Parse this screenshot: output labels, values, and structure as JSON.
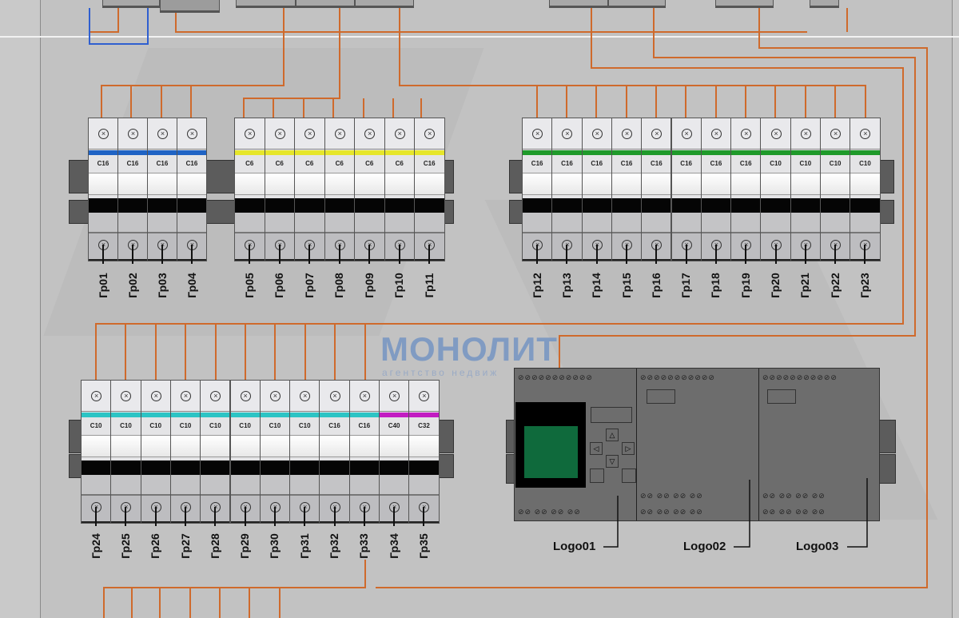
{
  "breaker_groups": [
    {
      "id": "A",
      "stripe": "#1f63c4",
      "breakers": [
        {
          "label": "Гр01",
          "rating": "C16"
        },
        {
          "label": "Гр02",
          "rating": "C16"
        },
        {
          "label": "Гр03",
          "rating": "C16"
        },
        {
          "label": "Гр04",
          "rating": "C16"
        }
      ]
    },
    {
      "id": "B",
      "stripe": "#e6e62a",
      "breakers": [
        {
          "label": "Гр05",
          "rating": "C6"
        },
        {
          "label": "Гр06",
          "rating": "C6"
        },
        {
          "label": "Гр07",
          "rating": "C6"
        },
        {
          "label": "Гр08",
          "rating": "C6"
        },
        {
          "label": "Гр09",
          "rating": "C6"
        },
        {
          "label": "Гр10",
          "rating": "C6"
        },
        {
          "label": "Гр11",
          "rating": "C16"
        }
      ]
    },
    {
      "id": "C",
      "stripe": "#1f9a2a",
      "breakers": [
        {
          "label": "Гр12",
          "rating": "C16"
        },
        {
          "label": "Гр13",
          "rating": "C16"
        },
        {
          "label": "Гр14",
          "rating": "C16"
        },
        {
          "label": "Гр15",
          "rating": "C16"
        },
        {
          "label": "Гр16",
          "rating": "C16"
        },
        {
          "label": "Гр17",
          "rating": "C16"
        },
        {
          "label": "Гр18",
          "rating": "C16"
        },
        {
          "label": "Гр19",
          "rating": "C16"
        },
        {
          "label": "Гр20",
          "rating": "C10"
        },
        {
          "label": "Гр21",
          "rating": "C10"
        },
        {
          "label": "Гр22",
          "rating": "C10"
        },
        {
          "label": "Гр23",
          "rating": "C10"
        }
      ]
    },
    {
      "id": "D",
      "stripe": "#2cc4c4",
      "breakers": [
        {
          "label": "Гр24",
          "rating": "C10"
        },
        {
          "label": "Гр25",
          "rating": "C10"
        },
        {
          "label": "Гр26",
          "rating": "C10"
        },
        {
          "label": "Гр27",
          "rating": "C10"
        },
        {
          "label": "Гр28",
          "rating": "C10"
        },
        {
          "label": "Гр29",
          "rating": "C10"
        },
        {
          "label": "Гр30",
          "rating": "C10"
        },
        {
          "label": "Гр31",
          "rating": "C10"
        },
        {
          "label": "Гр32",
          "rating": "C16"
        },
        {
          "label": "Гр33",
          "rating": "C16"
        },
        {
          "label": "Гр34",
          "rating": "C40",
          "stripe": "#c21cc2"
        },
        {
          "label": "Гр35",
          "rating": "C32",
          "stripe": "#c21cc2"
        }
      ]
    }
  ],
  "logo_modules": [
    {
      "label": "Logo01"
    },
    {
      "label": "Logo02"
    },
    {
      "label": "Logo03"
    }
  ],
  "watermark": {
    "title": "МОНОЛИТ",
    "subtitle": "агентство недвиж"
  },
  "colors": {
    "wire": "#cf6a2c",
    "neutral_wire": "#2f5fd0",
    "lcd": "#0f6a3c"
  }
}
